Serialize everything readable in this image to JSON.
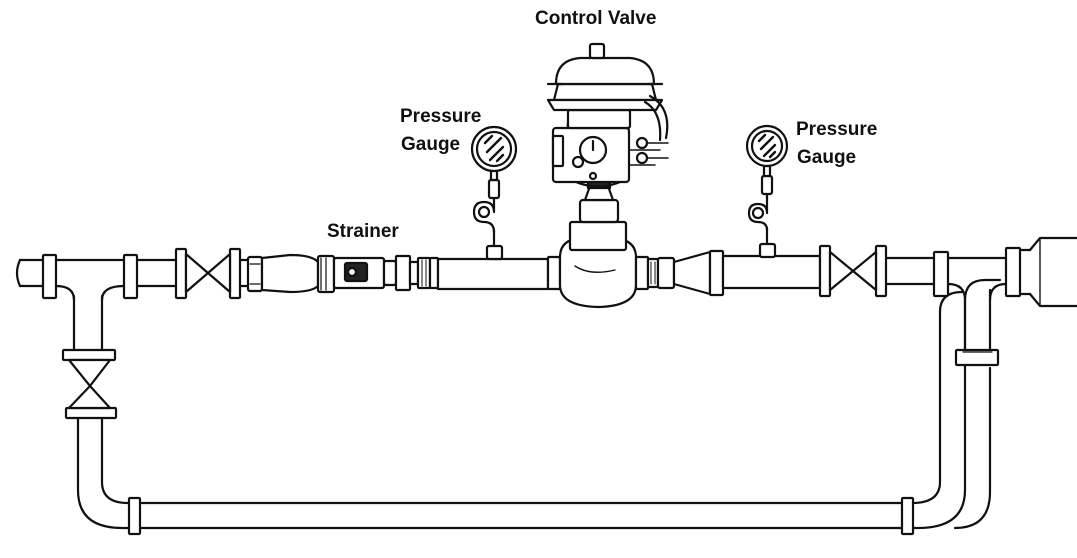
{
  "diagram": {
    "labels": {
      "control_valve": "Control Valve",
      "pressure_gauge_left_line1": "Pressure",
      "pressure_gauge_left_line2": "Gauge",
      "pressure_gauge_right_line1": "Pressure",
      "pressure_gauge_right_line2": "Gauge",
      "strainer": "Strainer"
    },
    "colors": {
      "line": "#111111",
      "fill": "#ffffff",
      "background": "#ffffff"
    }
  }
}
